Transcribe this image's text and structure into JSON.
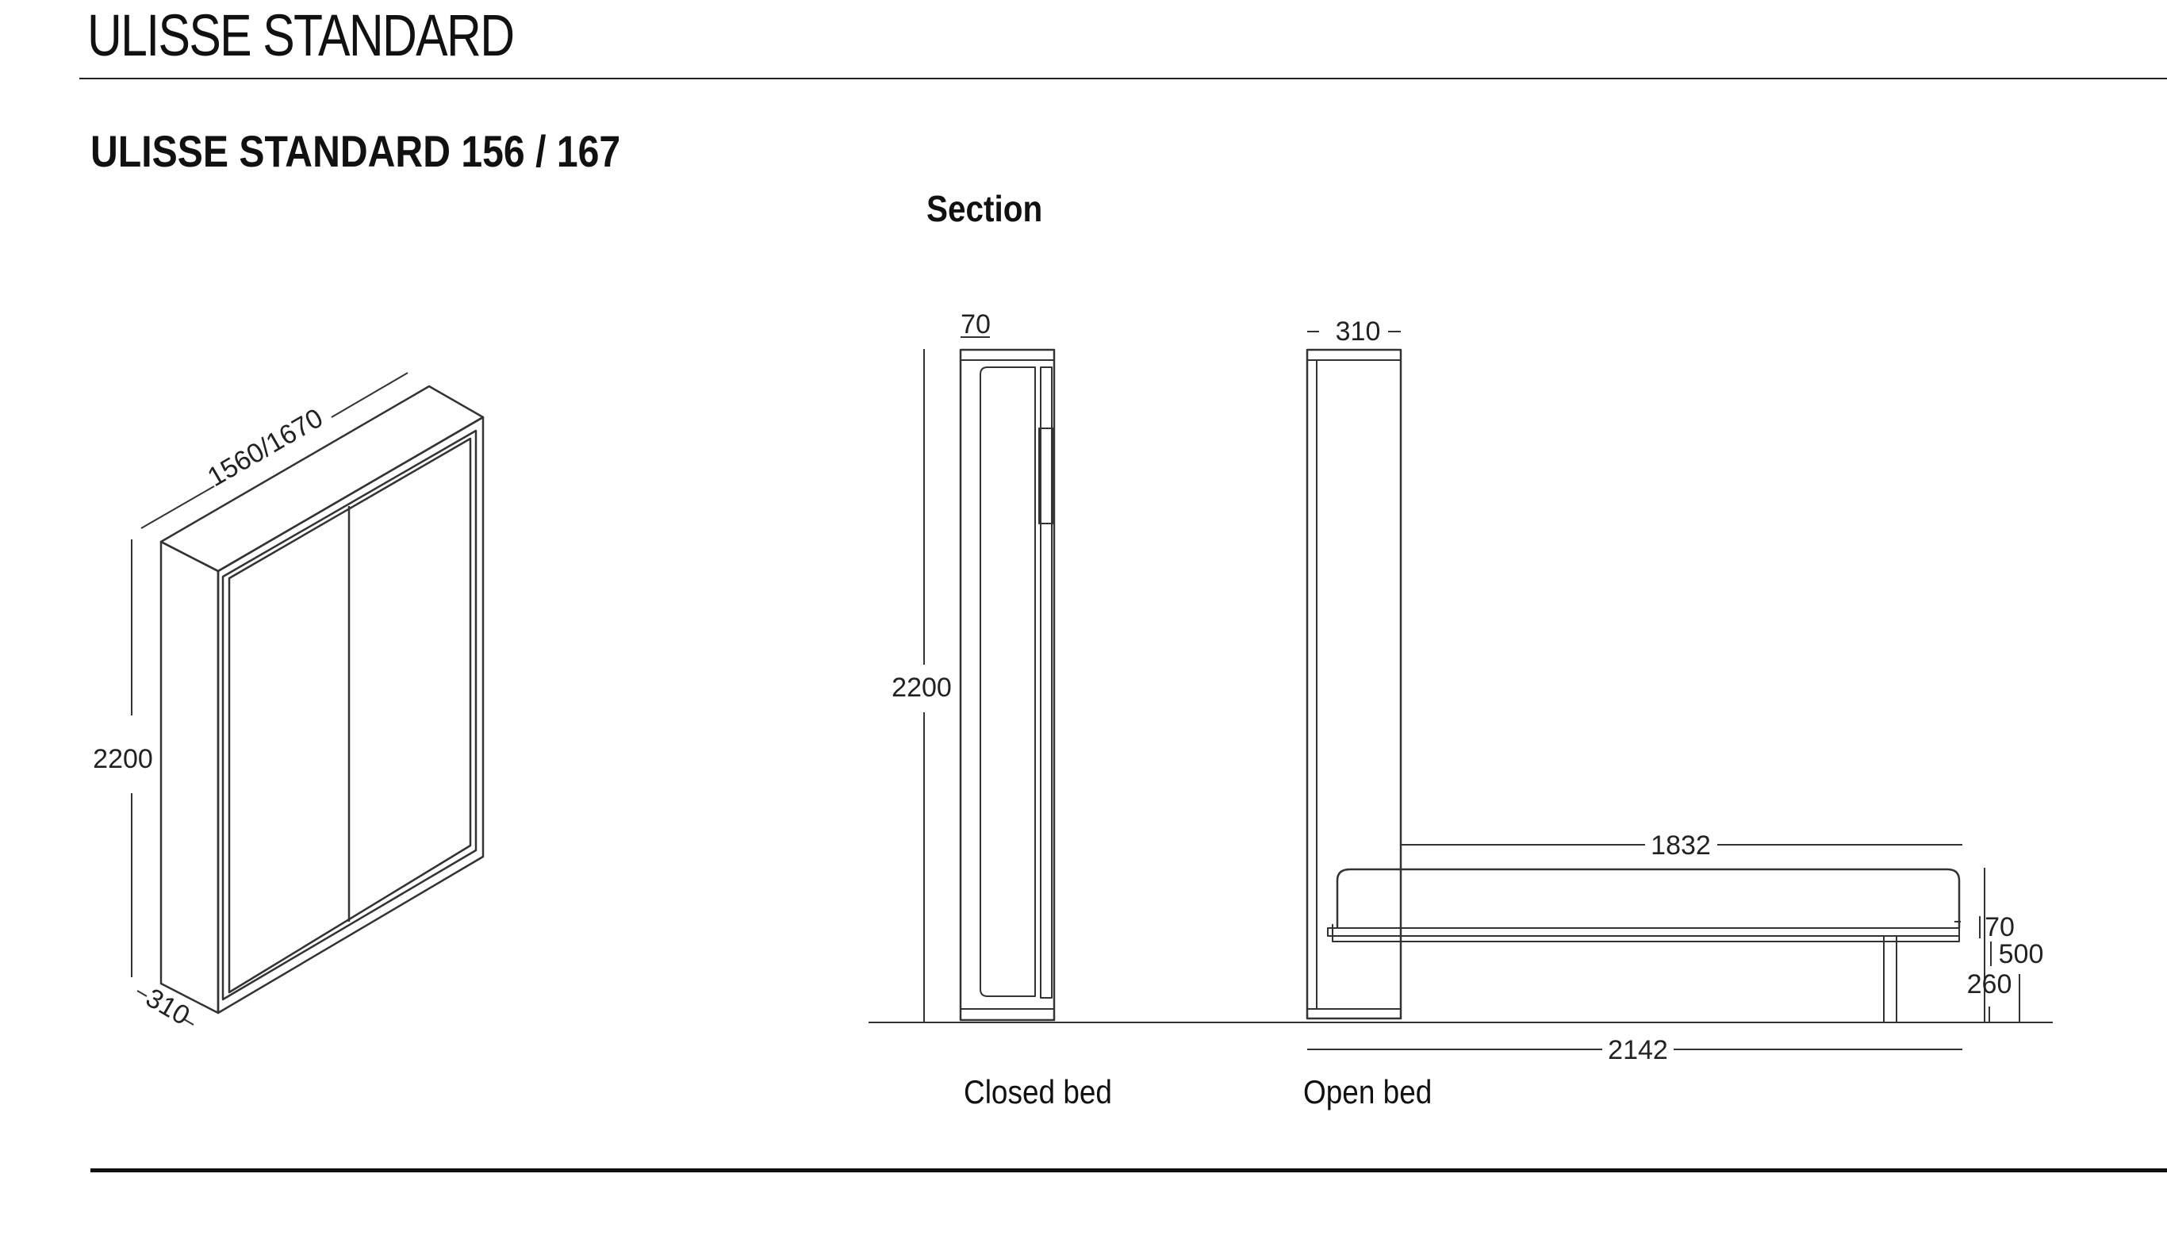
{
  "header": {
    "title": "ULISSE STANDARD",
    "subtitle": "ULISSE STANDARD 156 / 167",
    "section_label": "Section"
  },
  "captions": {
    "closed": "Closed bed",
    "open": "Open bed"
  },
  "dimensions": {
    "iso_width": "1560/1670",
    "iso_height": "2200",
    "iso_depth": "310",
    "closed_depth": "70",
    "closed_height": "2200",
    "open_depth": "310",
    "open_length": "1832",
    "open_total": "2142",
    "mattress": "70",
    "bed_height": "500",
    "base_height": "260"
  },
  "colors": {
    "line": "#333333",
    "rule": "#111111"
  }
}
